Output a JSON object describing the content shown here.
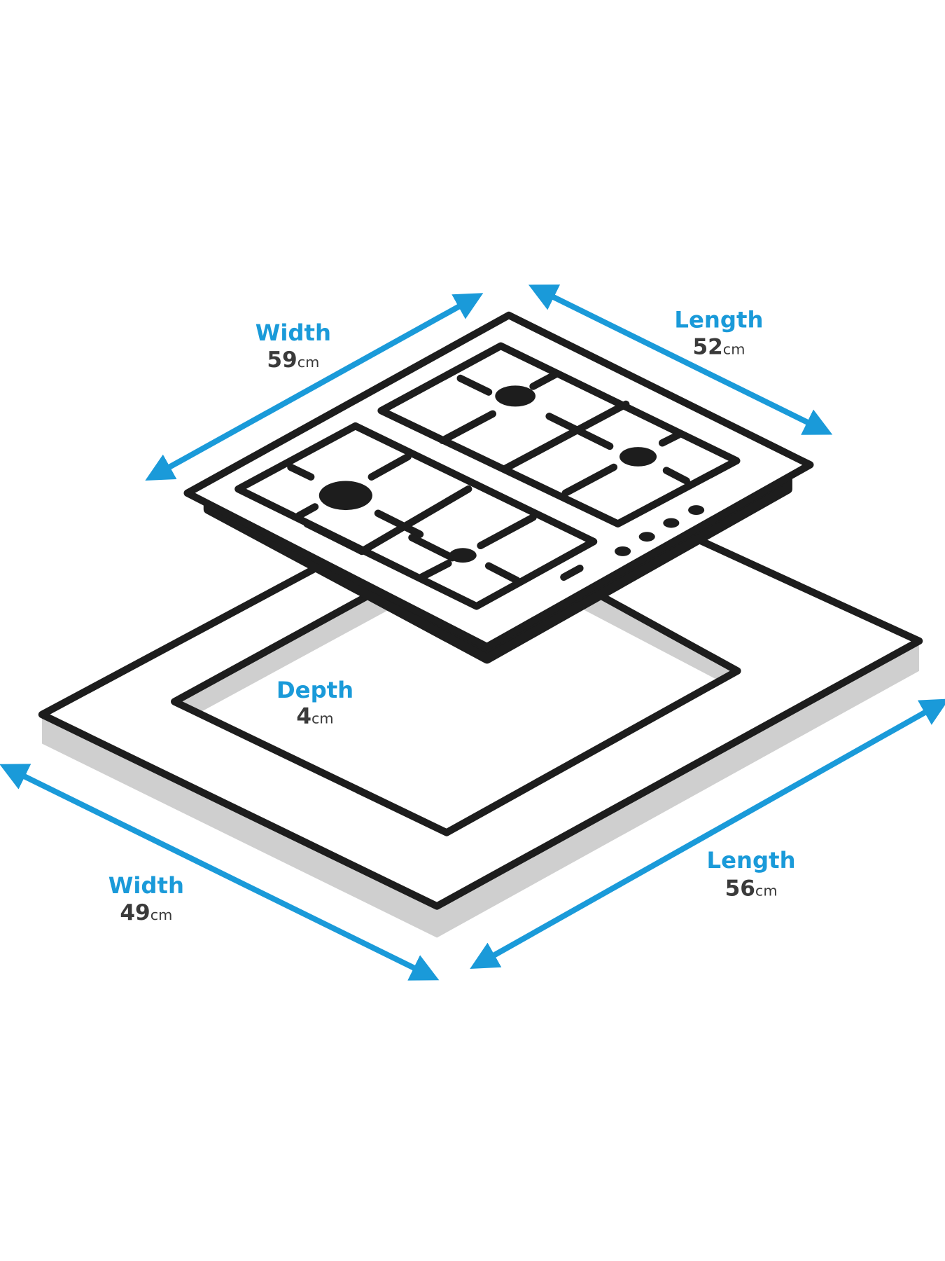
{
  "colors": {
    "accent": "#1a9ad9",
    "ink": "#1d1d1d",
    "shadow": "#cfcfcf",
    "value_text": "#3a3a3a"
  },
  "dimensions": {
    "hob_width": {
      "label": "Width",
      "value": "59",
      "unit": "cm"
    },
    "hob_length": {
      "label": "Length",
      "value": "52",
      "unit": "cm"
    },
    "depth": {
      "label": "Depth",
      "value": "4",
      "unit": "cm"
    },
    "cutout_width": {
      "label": "Width",
      "value": "49",
      "unit": "cm"
    },
    "cutout_length": {
      "label": "Length",
      "value": "56",
      "unit": "cm"
    }
  }
}
